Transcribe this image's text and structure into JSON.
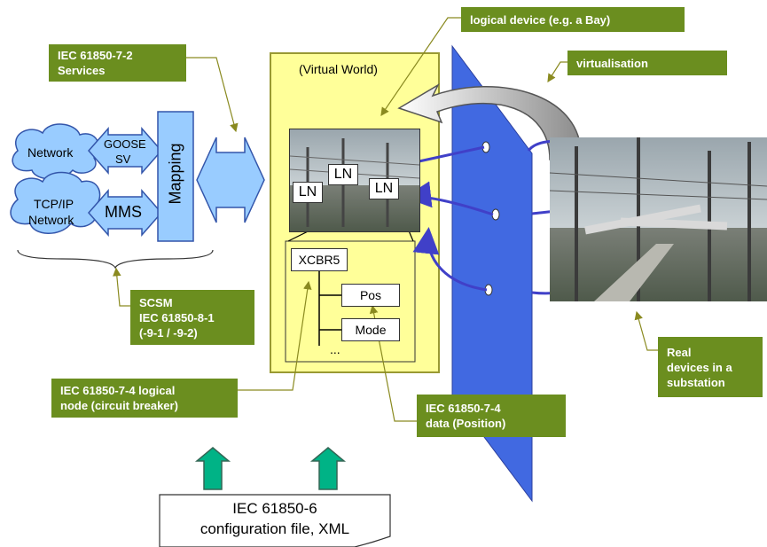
{
  "labels": {
    "logical_device": "logical device (e.g. a Bay)",
    "virtualisation": "virtualisation",
    "services": [
      "IEC 61850-7-2",
      "Services"
    ],
    "scsm": [
      "SCSM",
      "IEC 61850-8-1",
      "(-9-1 / -9-2)"
    ],
    "logical_node": [
      "IEC 61850-7-4 logical",
      "node (circuit breaker)"
    ],
    "data_position": [
      "IEC 61850-7-4",
      "data (Position)"
    ],
    "real_devices": [
      "Real",
      "devices in a",
      "substation"
    ]
  },
  "virtual_world": "(Virtual World)",
  "network": {
    "network_cloud": "Network",
    "tcpip_cloud": [
      "TCP/IP",
      "Network"
    ],
    "goose_sv": [
      "GOOSE",
      "SV"
    ],
    "mms": "MMS",
    "mapping": "Mapping"
  },
  "ln_boxes": [
    "LN",
    "LN",
    "LN"
  ],
  "tree": {
    "root": "XCBR5",
    "children": [
      "Pos",
      "Mode"
    ],
    "more": "..."
  },
  "config_file": [
    "IEC 61850-6",
    "configuration file, XML"
  ],
  "colors": {
    "label_bg": "#6b8e1f",
    "virtual_world_bg": "#ffff99",
    "plane_fill": "#4169e1",
    "blue_arrow": "#4040c8",
    "cloud_fill": "#99ccff",
    "mapping_fill": "#99ccff",
    "up_arrow_fill": "#00b386"
  }
}
